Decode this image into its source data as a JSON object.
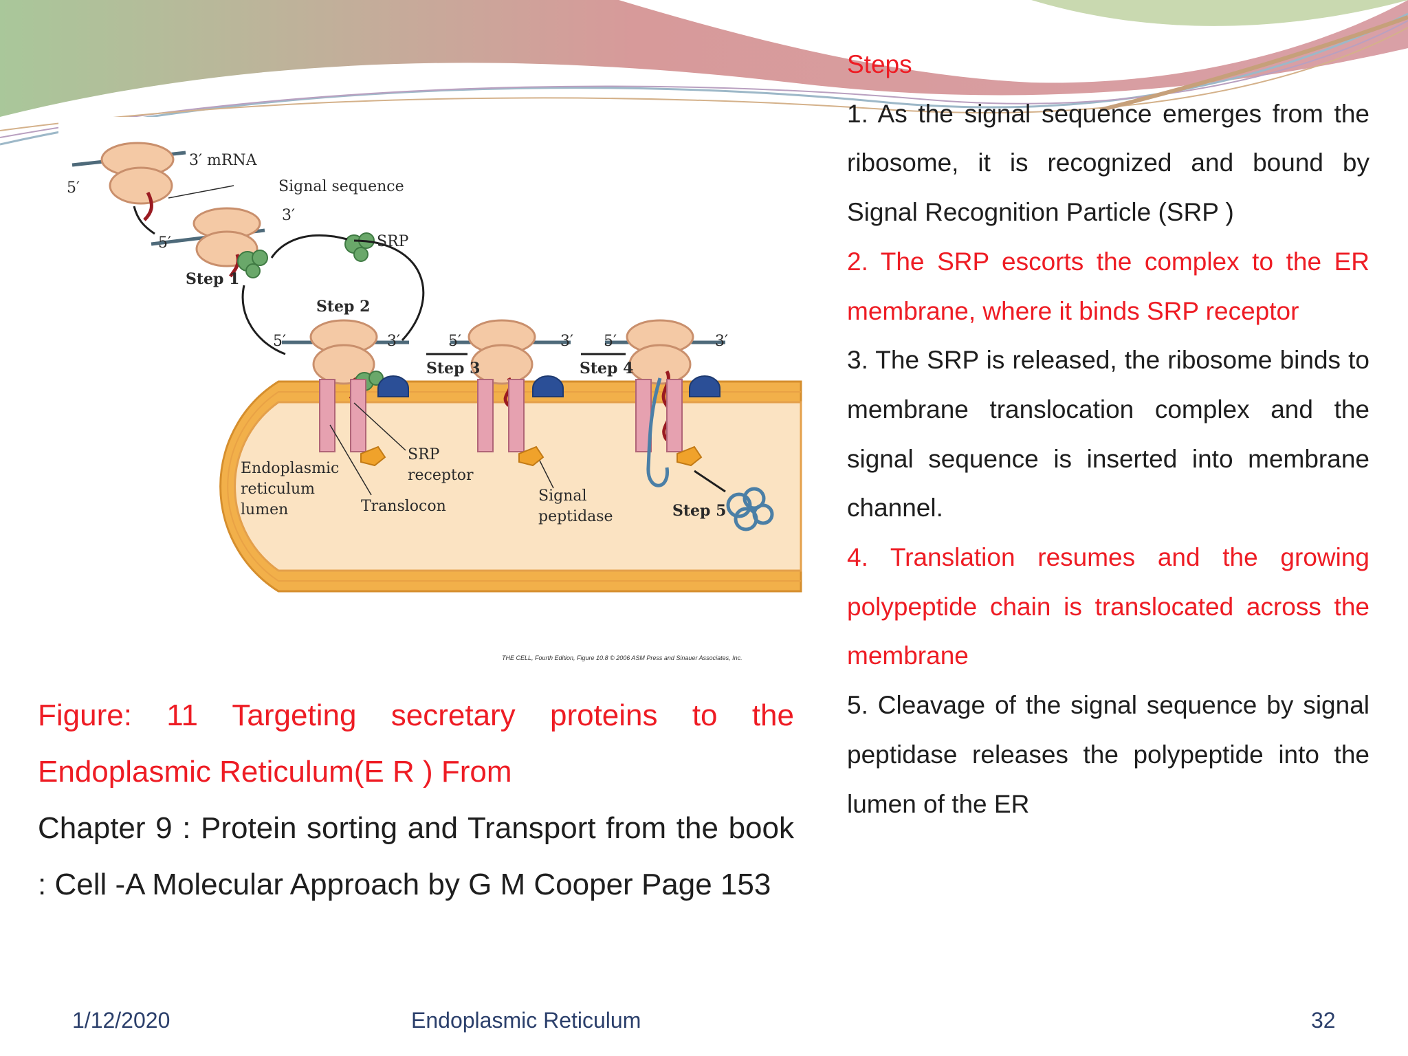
{
  "slide": {
    "steps_heading": "Steps",
    "step1": "1. As the signal sequence emerges from the ribosome, it is recognized  and bound by Signal Recognition Particle (SRP )",
    "step2": " 2. The SRP escorts the complex to the ER membrane, where it binds SRP receptor",
    "step3": " 3. The SRP is released, the ribosome binds to membrane translocation complex and the signal sequence is inserted into membrane channel.",
    "step4": " 4. Translation resumes and the growing polypeptide chain is translocated across the membrane",
    "step5": "  5. Cleavage of the signal sequence by signal peptidase releases the polypeptide into the lumen of the ER",
    "caption_red": "Figure:  11  Targeting  secretary  proteins  to  the Endoplasmic Reticulum(E R ) From",
    "caption_black": "Chapter 9 : Protein sorting and Transport  from  the book  : Cell  -A Molecular Approach  by G M Cooper Page 153"
  },
  "figure": {
    "mrna_3": "3′ mRNA",
    "five_prime": "5′",
    "three_prime": "3′",
    "signal_sequence": "Signal sequence",
    "srp": "SRP",
    "step1": "Step 1",
    "step2": "Step 2",
    "step3": "Step 3",
    "step4": "Step 4",
    "step5": "Step 5",
    "lumen_line1": "Endoplasmic",
    "lumen_line2": "reticulum",
    "lumen_line3": "lumen",
    "srp_receptor_line1": "SRP",
    "srp_receptor_line2": "receptor",
    "translocon": "Translocon",
    "peptidase_line1": "Signal",
    "peptidase_line2": "peptidase",
    "credit": "THE CELL, Fourth Edition, Figure 10.8  © 2006 ASM Press and Sinauer Associates, Inc."
  },
  "footer": {
    "date": "1/12/2020",
    "title": "Endoplasmic Reticulum",
    "page": "32"
  },
  "colors": {
    "accent_red": "#ee1c24",
    "footer_blue": "#2b3f6b",
    "membrane_orange": "#f2b04a",
    "lumen_peach": "#fbe3c2"
  }
}
